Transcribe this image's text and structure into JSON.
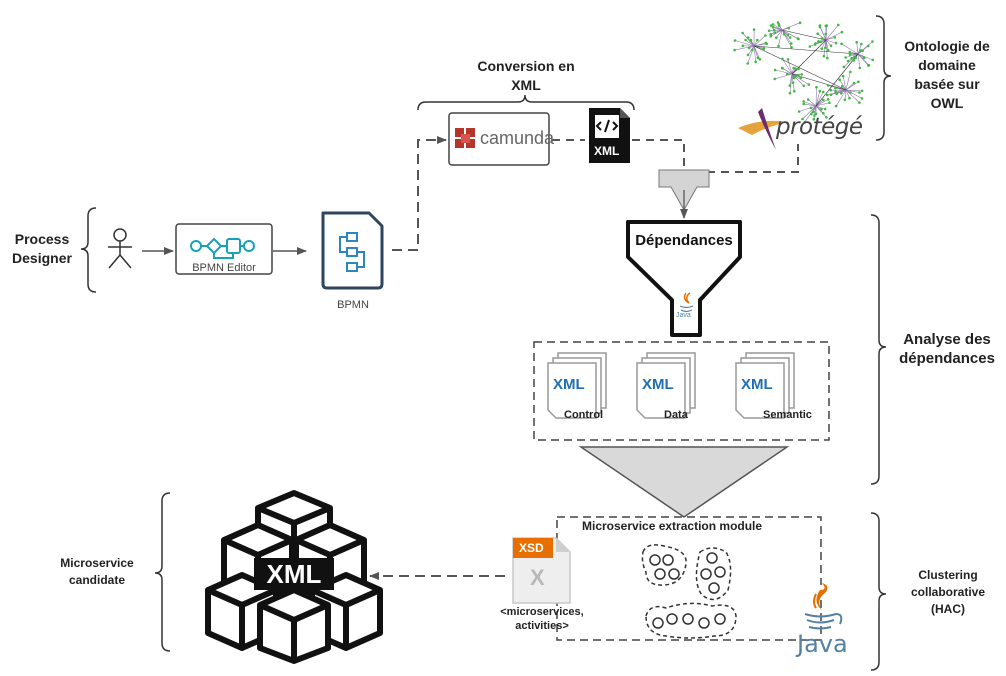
{
  "process_designer": "Process\nDesigner",
  "bpmn_editor": "BPMN Editor",
  "bpmn": "BPMN",
  "conversion": "Conversion en\nXML",
  "camunda": "camunda",
  "xml_file": "XML",
  "protege": "protégé",
  "ontology": "Ontologie de\ndomaine\nbasée sur\nOWL",
  "dependances": "Dépendances",
  "java_small": "Java",
  "xml_docs": [
    {
      "badge": "XML",
      "label": "Control"
    },
    {
      "badge": "XML",
      "label": "Data"
    },
    {
      "badge": "XML",
      "label": "Semantic"
    }
  ],
  "analyse": "Analyse des\ndépendances",
  "extraction_module": "Microservice extraction module",
  "xsd": "XSD",
  "xsd_x": "X",
  "xsd_caption": "<microservices,\nactivities>",
  "xml_candidate": "XML",
  "microservice_candidate": "Microservice\ncandidate",
  "clustering": "Clustering\ncollaborative\n(HAC)",
  "java_large": "Java",
  "colors": {
    "teal": "#17a2b8",
    "camunda_red": "#b5352b",
    "xml_blue": "#1f6fb5",
    "protege_purple": "#6b2d6b",
    "java_orange": "#e76f00",
    "java_blue": "#5382a1",
    "graph_green": "#3fb93f"
  }
}
